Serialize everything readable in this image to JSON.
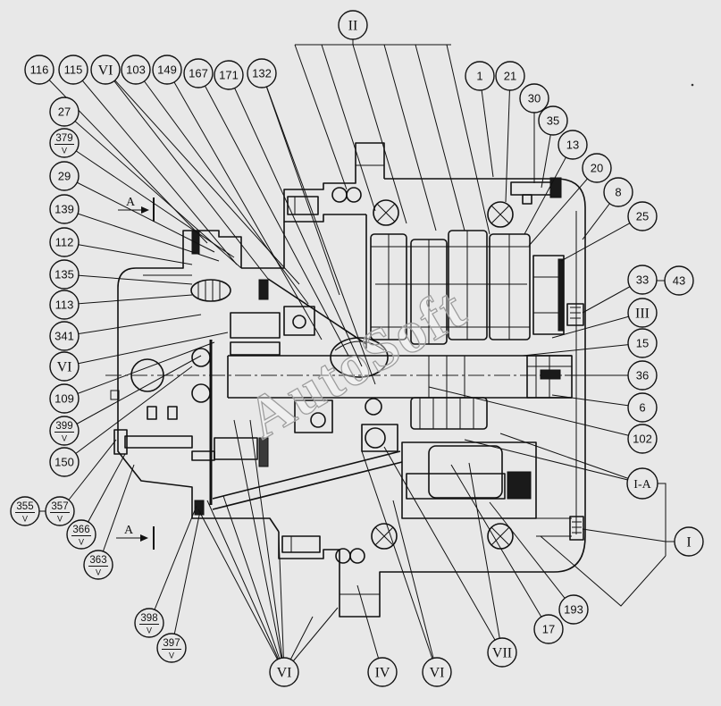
{
  "colors": {
    "background": "#e8e8e8",
    "ink": "#111111"
  },
  "watermark": "AutoSoft",
  "section_marks": {
    "upper": "A",
    "lower": "A"
  },
  "assembly_label": "II",
  "labels": {
    "top": [
      "116",
      "115",
      "VI",
      "103",
      "149",
      "167",
      "171",
      "132"
    ],
    "right": [
      "1",
      "21",
      "30",
      "35",
      "13",
      "20",
      "8",
      "25",
      "33",
      "43",
      "III",
      "15",
      "36",
      "6",
      "102",
      "I-A",
      "I"
    ],
    "bottom": [
      "193",
      "17",
      "VII",
      "VI",
      "IV",
      "VI"
    ],
    "left": [
      "27",
      "29",
      "139",
      "112",
      "135",
      "113",
      "341",
      "VI",
      "109",
      "150"
    ]
  },
  "fraction_labels": [
    {
      "number": "379",
      "mark": "V"
    },
    {
      "number": "399",
      "mark": "V"
    },
    {
      "number": "355",
      "mark": "V"
    },
    {
      "number": "357",
      "mark": "V"
    },
    {
      "number": "366",
      "mark": "V"
    },
    {
      "number": "363",
      "mark": "V"
    },
    {
      "number": "398",
      "mark": "V"
    },
    {
      "number": "397",
      "mark": "V"
    }
  ]
}
